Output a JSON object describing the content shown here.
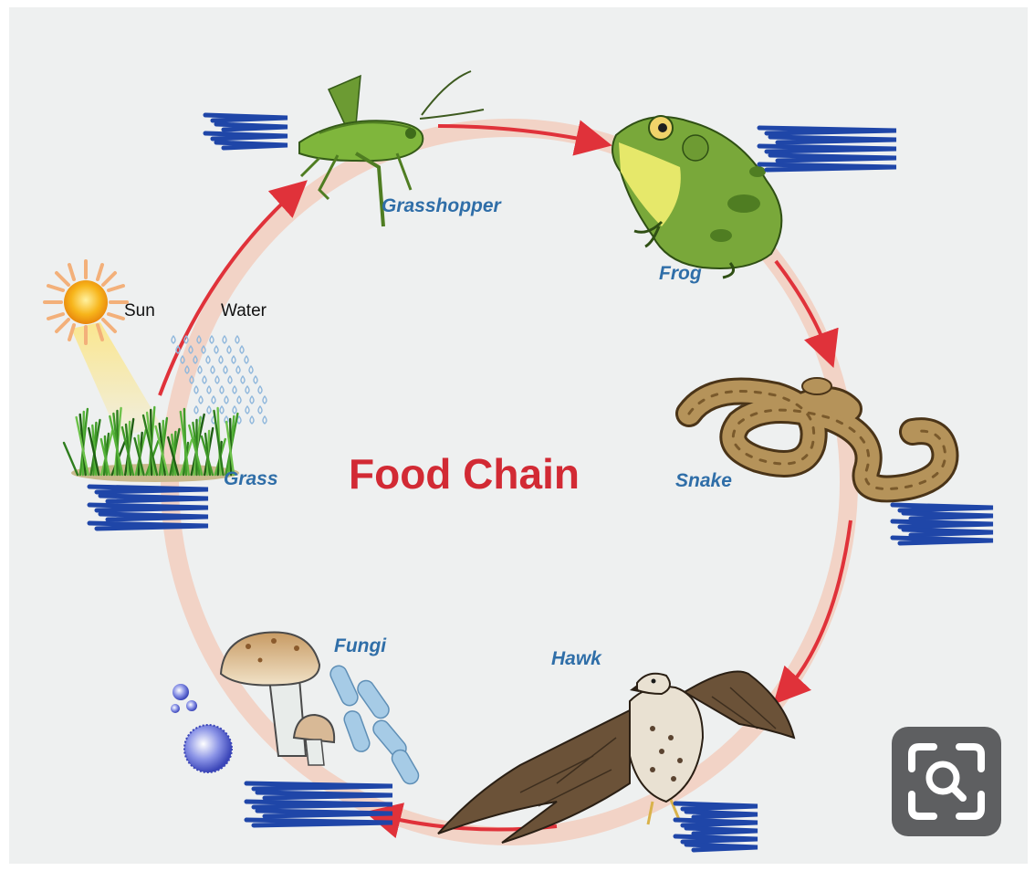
{
  "diagram": {
    "title": "Food Chain",
    "nodes": {
      "grasshopper": "Grasshopper",
      "frog": "Frog",
      "snake": "Snake",
      "hawk": "Hawk",
      "fungi": "Fungi",
      "grass": "Grass",
      "sun": "Sun",
      "water": "Water"
    },
    "flow": [
      "Grass",
      "Grasshopper",
      "Frog",
      "Snake",
      "Hawk",
      "Fungi"
    ]
  },
  "overlay": {
    "lens_icon": "visual-search-icon"
  },
  "colors": {
    "title": "#d22a34",
    "arrow": "#e0323a",
    "ring": "#f2d3c6",
    "label": "#2f6ea8",
    "scribble": "#1f46a8",
    "button": "#5e5f61"
  }
}
